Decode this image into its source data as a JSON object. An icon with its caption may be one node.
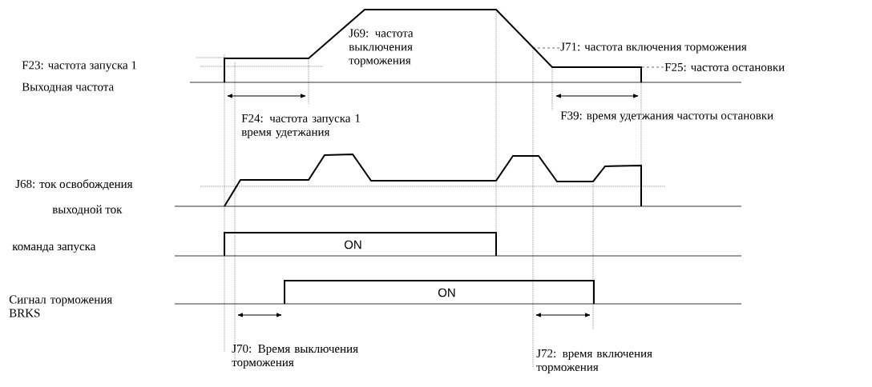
{
  "diagram": {
    "nodes": [
      {
        "text": [
          "J71: частота включения торможения"
        ]
      },
      {
        "text": [
          "F25: частота остановки"
        ]
      },
      {
        "text": [],
        "shape": "line"
      }
    ],
    "edges": [
      {
        "from": 0,
        "to": 2,
        "arrow": "none",
        "style": "dashed"
      },
      {
        "from": 1,
        "to": 2,
        "arrow": "none",
        "style": "dashed"
      }
    ],
    "labels": [
      "F23: частота запуска 1",
      "Выходная частота",
      "J69: частота выключения торможения",
      "F24: частота запуска 1 время удетжания",
      "F39: время удетжания частоты остановки",
      "J68: ток освобождения",
      "выходной ток",
      "команда запуска",
      "ON",
      "Сигнал торможения BRKS",
      "ON",
      "J70: Время выключения торможения",
      "J72: время включения торможения"
    ]
  }
}
